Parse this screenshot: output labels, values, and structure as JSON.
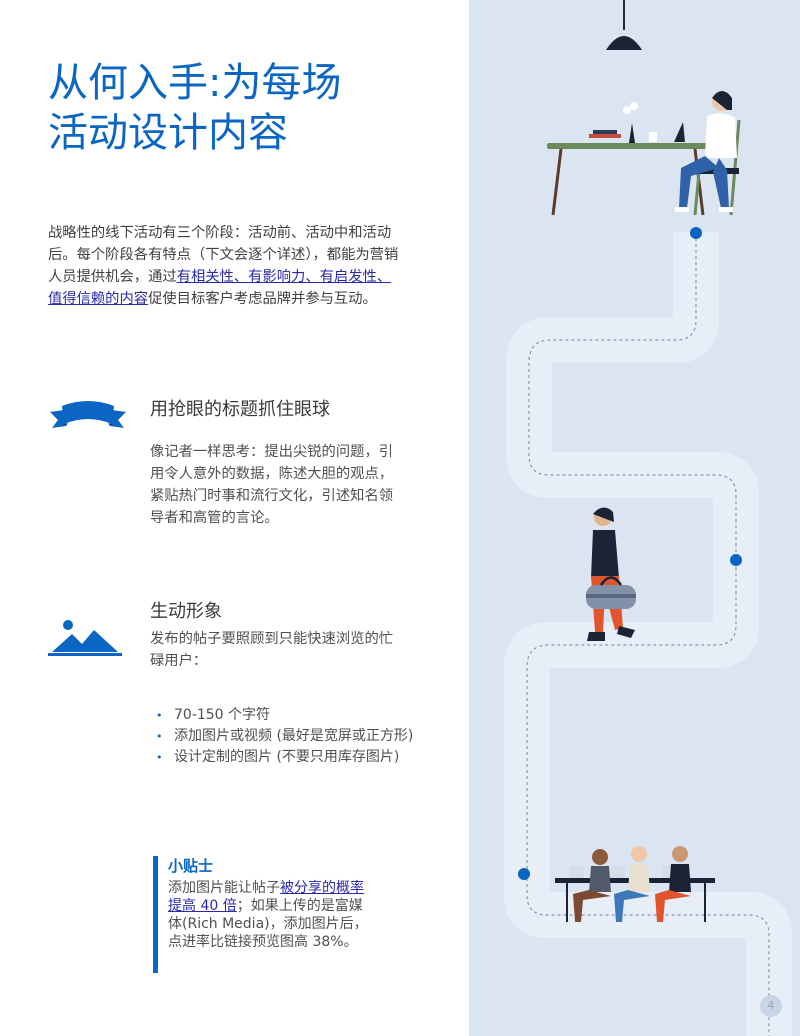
{
  "title": {
    "line1": "从何入手:为每场",
    "line2": "活动设计内容"
  },
  "intro": {
    "text_before": "战略性的线下活动有三个阶段：活动前、活动中和活动后。每个阶段各有特点（下文会逐个详述），都能为营销人员提供机会，通过",
    "link": "有相关性、有影响力、有启发性、值得信赖的内容",
    "text_after": "促使目标客户考虑品牌并参与互动。"
  },
  "section1": {
    "icon": "ribbon-banner-icon",
    "title": "用抢眼的标题抓住眼球",
    "body": "像记者一样思考：提出尖锐的问题，引用令人意外的数据，陈述大胆的观点，紧贴热门时事和流行文化，引述知名领导者和高管的言论。"
  },
  "section2": {
    "icon": "mountain-image-icon",
    "title": "生动形象",
    "body": "发布的帖子要照顾到只能快速浏览的忙碌用户：",
    "bullets": [
      "70-150 个字符",
      "添加图片或视频 (最好是宽屏或正方形)",
      "设计定制的图片 (不要只用库存图片)"
    ]
  },
  "tip": {
    "title": "小贴士",
    "text_before": "添加图片能让帖子",
    "link": "被分享的概率提高 40 倍",
    "text_after": "；如果上传的是富媒体(Rich Media)，添加图片后，点进率比链接预览图高 38%。"
  },
  "page_number": "4",
  "colors": {
    "accent": "#0a66c2",
    "panel_bg": "#dbe5f1",
    "path": "#e6edf6",
    "link": "#2a2aa8"
  }
}
